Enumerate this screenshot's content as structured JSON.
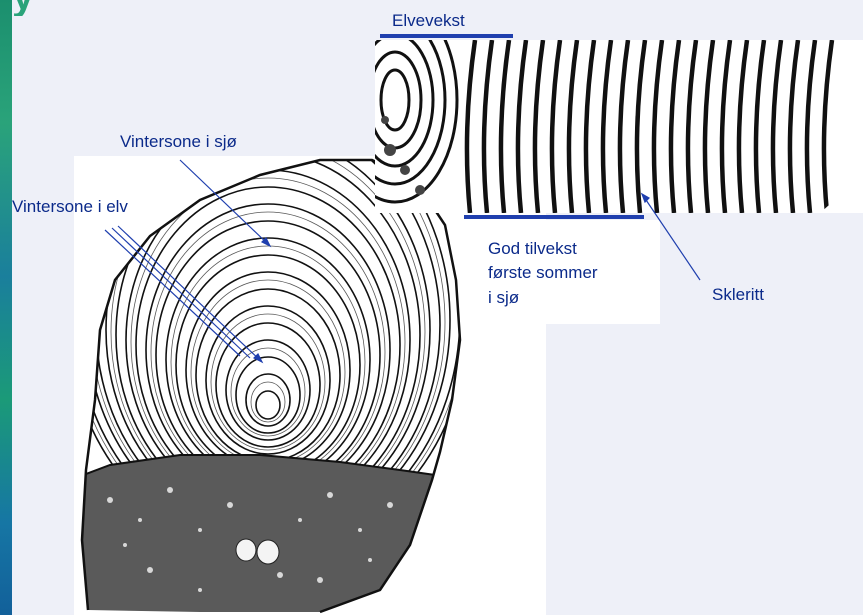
{
  "title_fragment": "y",
  "labels": {
    "elvevekst": "Elvevekst",
    "vintersone_sjo": "Vintersone i sjø",
    "vintersone_elv": "Vintersone i elv",
    "god_tilvekst_line1": "God tilvekst",
    "god_tilvekst_line2": "første sommer",
    "god_tilvekst_line3": "i sjø",
    "skleritt": "Skleritt"
  },
  "colors": {
    "label_text": "#0b2a8a",
    "pointer_line": "#1f3fae",
    "background": "#eef0f8",
    "accent_green": "#2aa37a"
  }
}
